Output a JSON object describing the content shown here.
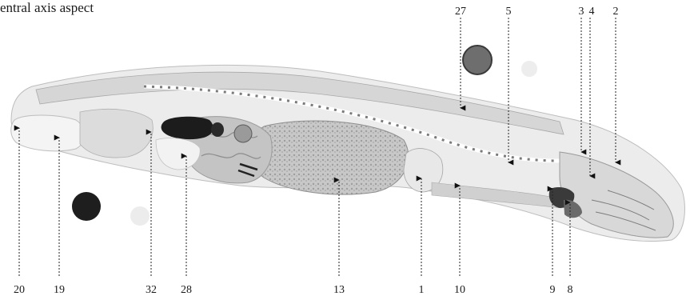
{
  "caption": "entral axis aspect",
  "labels": {
    "l20": "20",
    "l19": "19",
    "l32": "32",
    "l28": "28",
    "l13": "13",
    "l1": "1",
    "l10": "10",
    "l9": "9",
    "l8": "8",
    "l27": "27",
    "l5": "5",
    "l3": "3",
    "l4": "4",
    "l2": "2"
  },
  "colors": {
    "tissue_light": "#e4e4e4",
    "tissue_mid": "#b0b0b0",
    "tissue_dark": "#8a8a8a",
    "ink": "#1a1a1a"
  }
}
